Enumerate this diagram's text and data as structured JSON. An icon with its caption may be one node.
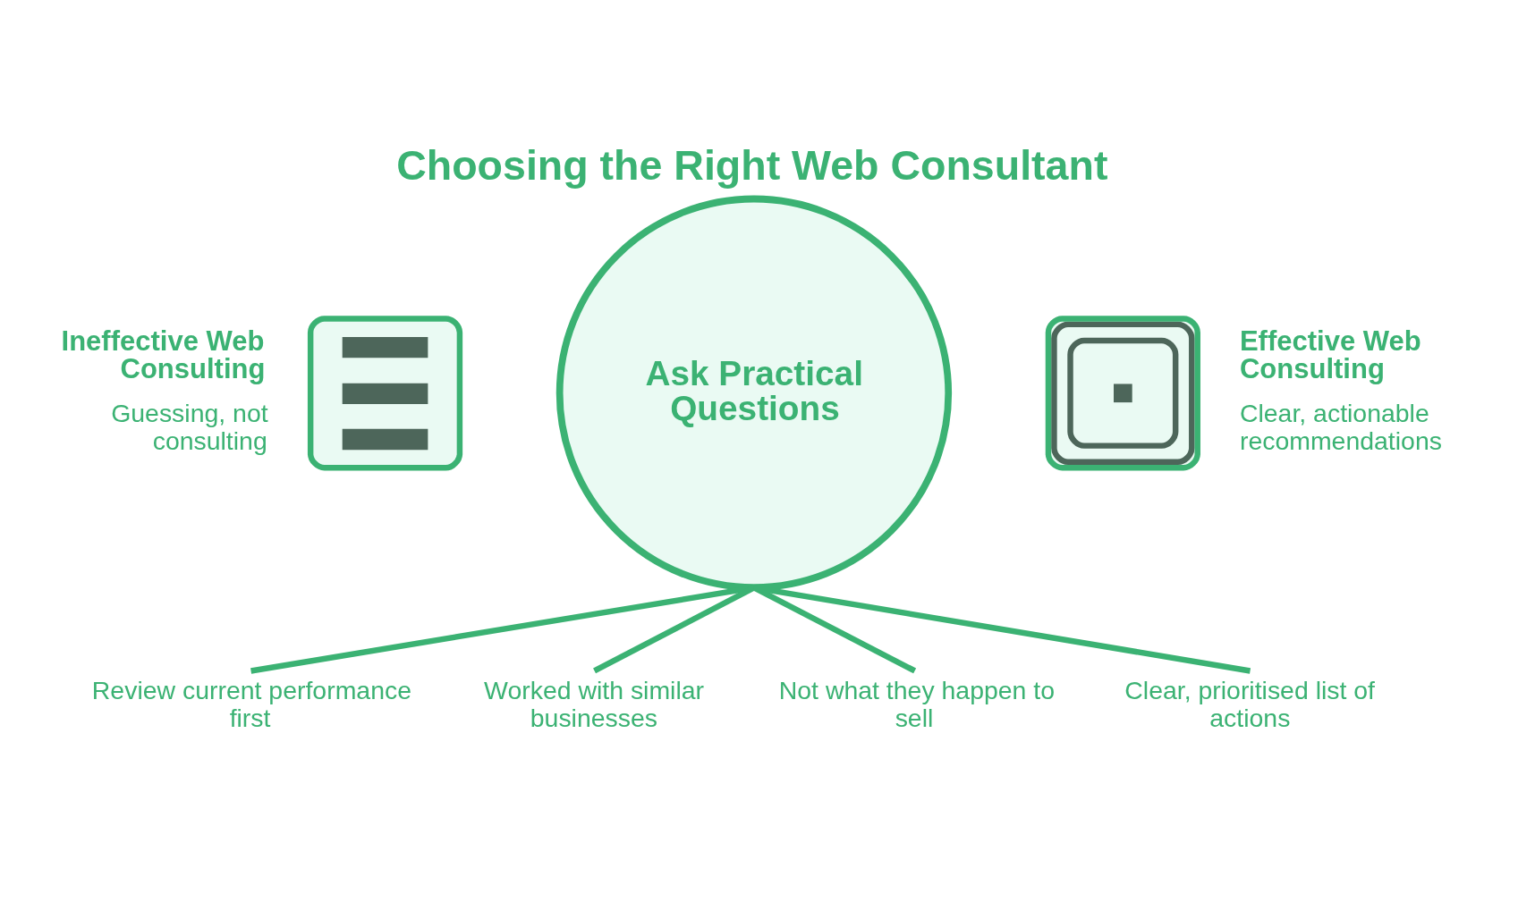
{
  "diagram": {
    "title": "Choosing the Right Web Consultant",
    "nodes": [
      {
        "text": [],
        "shape": "picture",
        "beside": [
          "Ineffective Web Consulting",
          "Guessing, not consulting"
        ]
      },
      {
        "text": [
          "Ask Practical Questions"
        ]
      },
      {
        "text": [],
        "shape": "picture",
        "beside": [
          "Effective Web Consulting",
          "Clear, actionable recommendations"
        ]
      },
      {
        "text": [
          "Review current performance first"
        ]
      },
      {
        "text": [
          "Worked with similar businesses"
        ]
      },
      {
        "text": [
          "Not what they happen to sell"
        ]
      },
      {
        "text": [
          "Clear, prioritised list of actions"
        ]
      }
    ],
    "edges": [
      {
        "from": 1,
        "to": 3,
        "arrow": "none"
      },
      {
        "from": 1,
        "to": 4,
        "arrow": "none"
      },
      {
        "from": 1,
        "to": 5,
        "arrow": "none"
      },
      {
        "from": 1,
        "to": 6,
        "arrow": "none"
      }
    ]
  }
}
